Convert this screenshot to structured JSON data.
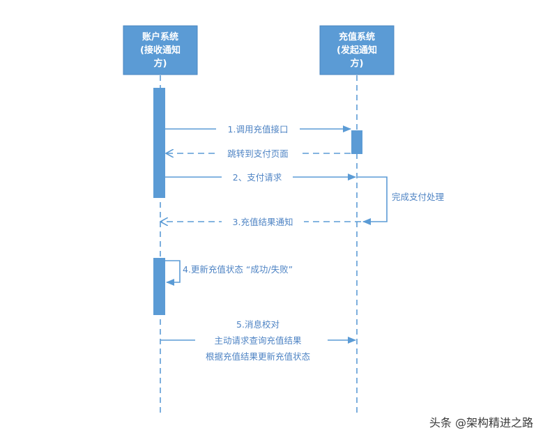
{
  "participants": {
    "account": {
      "lines": [
        "账户系统",
        "(接收通知",
        "方)"
      ]
    },
    "recharge": {
      "lines": [
        "充值系统",
        "(发起通知",
        "方)"
      ]
    }
  },
  "messages": {
    "m1": "1.调用充值接口",
    "m1_return": "跳转到支付页面",
    "m2": "2、支付请求",
    "m_process": "完成支付处理",
    "m3": "3.充值结果通知",
    "m4": "4.更新充值状态 “成功/失败”",
    "m5": [
      "5.消息校对",
      "主动请求查询充值结果",
      "根据充值结果更新充值状态"
    ]
  },
  "watermark": "头条 @架构精进之路",
  "colors": {
    "primary": "#5b9bd5",
    "text": "#4f84c4"
  }
}
